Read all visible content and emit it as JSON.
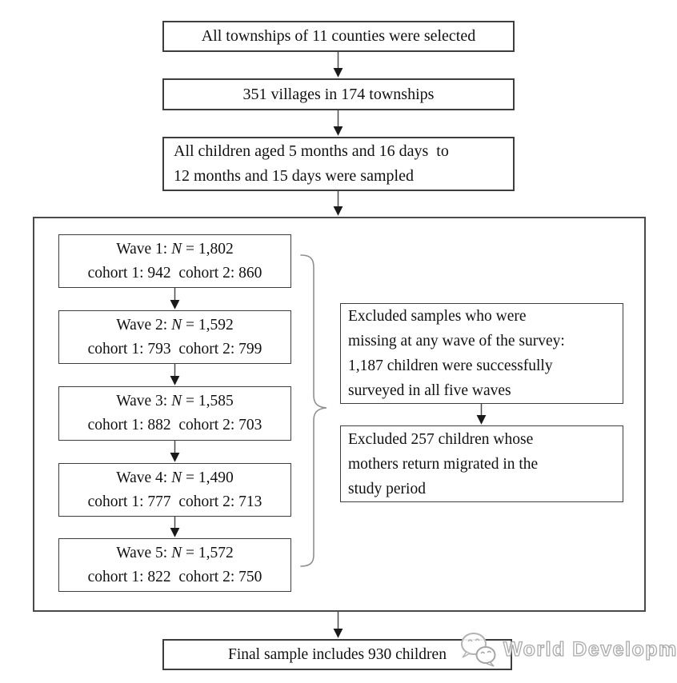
{
  "colors": {
    "border": "#3d3d3d",
    "line": "#4a4a4a",
    "brace": "#8f8f8f",
    "watermark": "#a9a9a9"
  },
  "flow": {
    "step1": "All townships of 11 counties were selected",
    "step2": "351 villages in 174 townships",
    "step3": "All children aged 5 months and 16 days  to\n12 months and 15 days were sampled",
    "waves": [
      {
        "label": "Wave 1: ",
        "n": "N",
        "val": " = 1,802",
        "cohorts": "cohort 1: 942  cohort 2: 860"
      },
      {
        "label": "Wave 2: ",
        "n": "N",
        "val": " = 1,592",
        "cohorts": "cohort 1: 793  cohort 2: 799"
      },
      {
        "label": "Wave 3: ",
        "n": "N",
        "val": " = 1,585",
        "cohorts": "cohort 1: 882  cohort 2: 703"
      },
      {
        "label": "Wave 4: ",
        "n": "N",
        "val": " = 1,490",
        "cohorts": "cohort 1: 777  cohort 2: 713"
      },
      {
        "label": "Wave 5: ",
        "n": "N",
        "val": " = 1,572",
        "cohorts": "cohort 1: 822  cohort 2: 750"
      }
    ],
    "excluded1": "Excluded samples who were\nmissing at any wave of the survey:\n1,187 children were successfully\nsurveyed in all five waves",
    "excluded2": "Excluded 257 children whose\nmothers return migrated in the\nstudy period",
    "final": "Final sample includes 930 children"
  },
  "watermark": {
    "icon": "wechat-icon",
    "text": "World Development"
  }
}
